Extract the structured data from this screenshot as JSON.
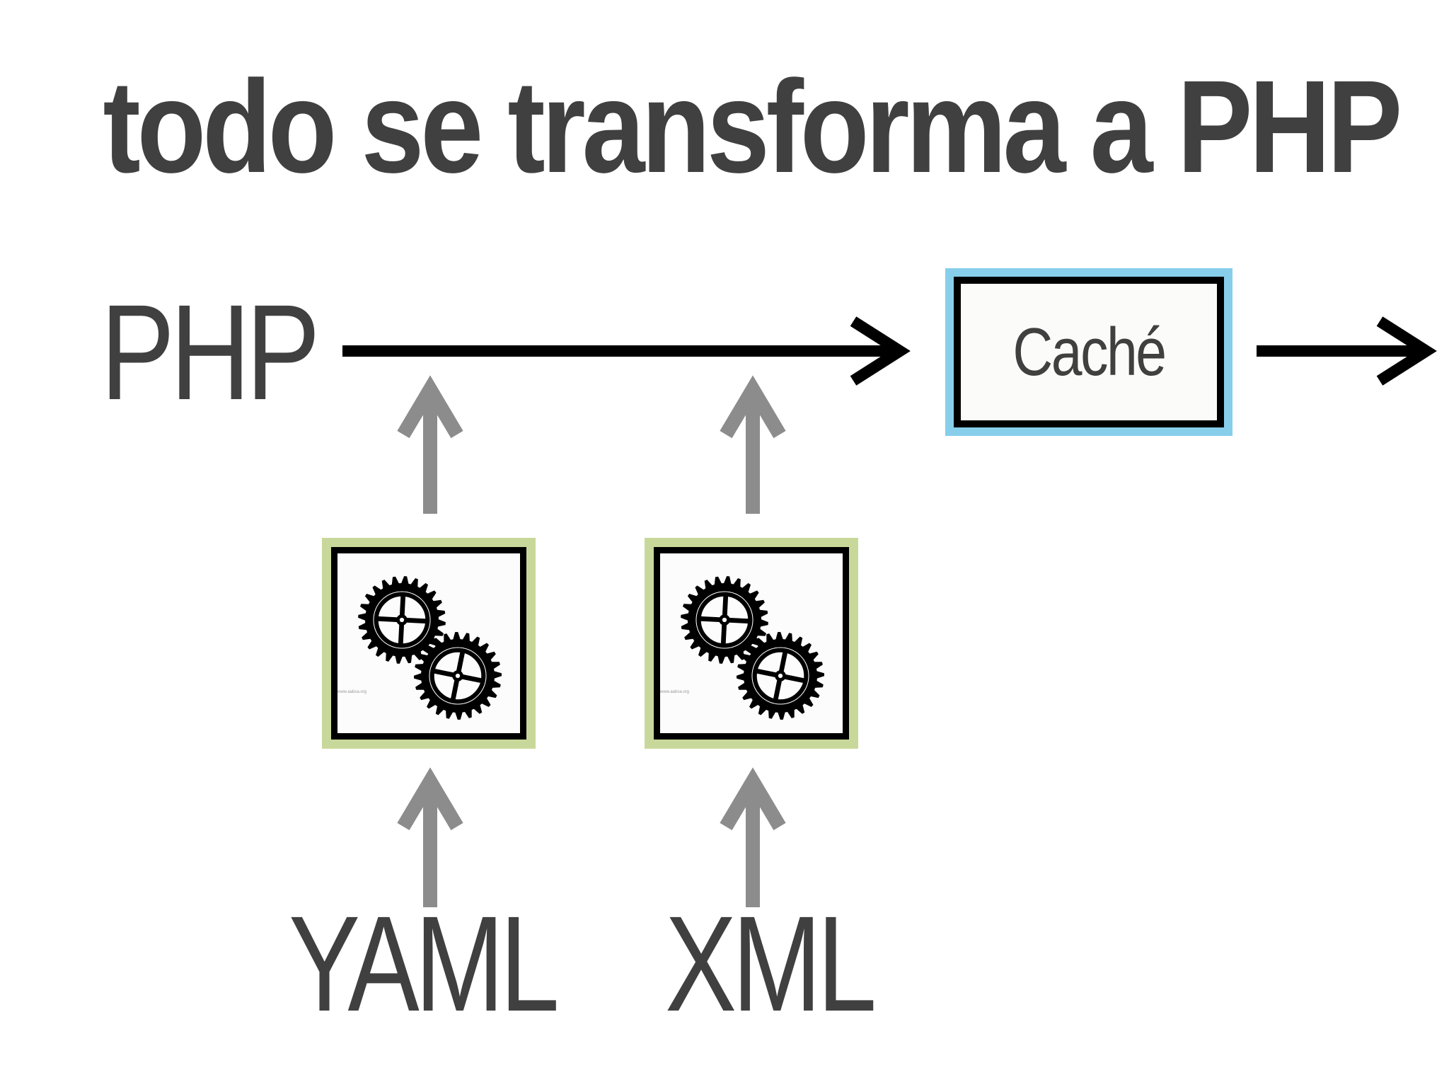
{
  "slide": {
    "title": "todo se transforma a PHP",
    "source_php": "PHP",
    "source_yaml": "YAML",
    "source_xml": "XML",
    "cache_label": "Caché",
    "gear_watermark": "www.aabsa.org"
  },
  "icons": {
    "transformer": "gears-icon",
    "flow": "arrow-right-icon",
    "feed": "arrow-up-icon"
  },
  "colors": {
    "text": "#404040",
    "cache_border": "#87ceeb",
    "transformer_border": "#c8d89a",
    "feed_arrow": "#8c8c8c",
    "flow_arrow": "#000000"
  }
}
